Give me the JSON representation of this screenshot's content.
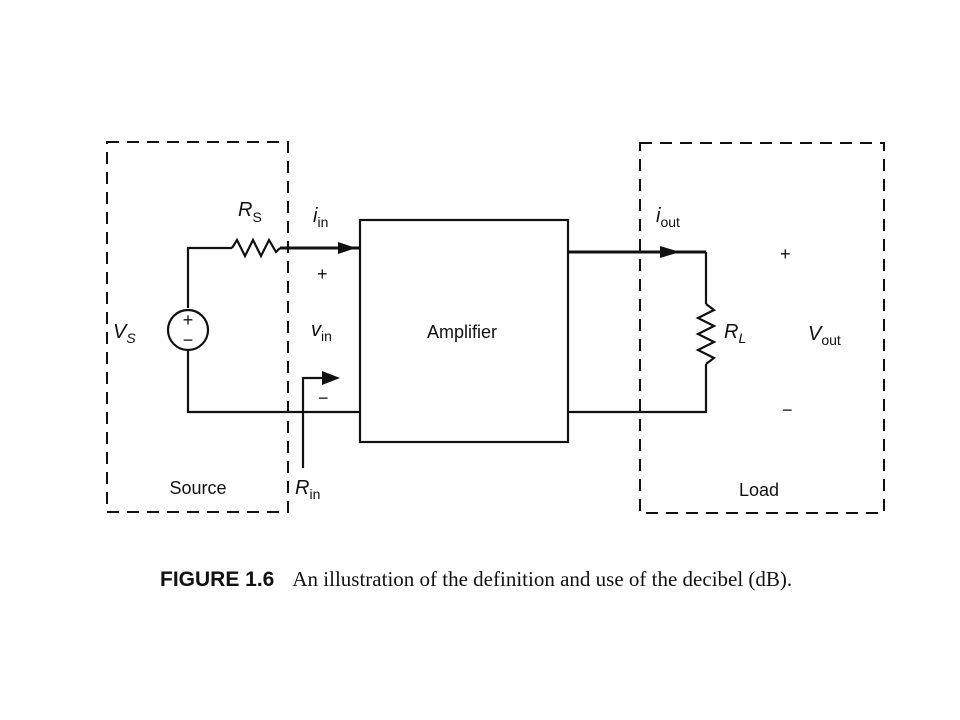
{
  "labels": {
    "rs_main": "R",
    "rs_sub": "S",
    "iin_main": "i",
    "iin_sub": "in",
    "iout_main": "i",
    "iout_sub": "out",
    "vs_main": "V",
    "vs_sub": "S",
    "vin_main": "v",
    "vin_sub": "in",
    "rin_main": "R",
    "rin_sub": "in",
    "rl_main": "R",
    "rl_sub": "L",
    "vout_main": "V",
    "vout_sub": "out",
    "amplifier": "Amplifier",
    "source": "Source",
    "load": "Load",
    "plus": "+",
    "minus": "−"
  },
  "caption": {
    "number": "FIGURE 1.6",
    "text": "An illustration of the definition and use of the decibel (dB)."
  }
}
